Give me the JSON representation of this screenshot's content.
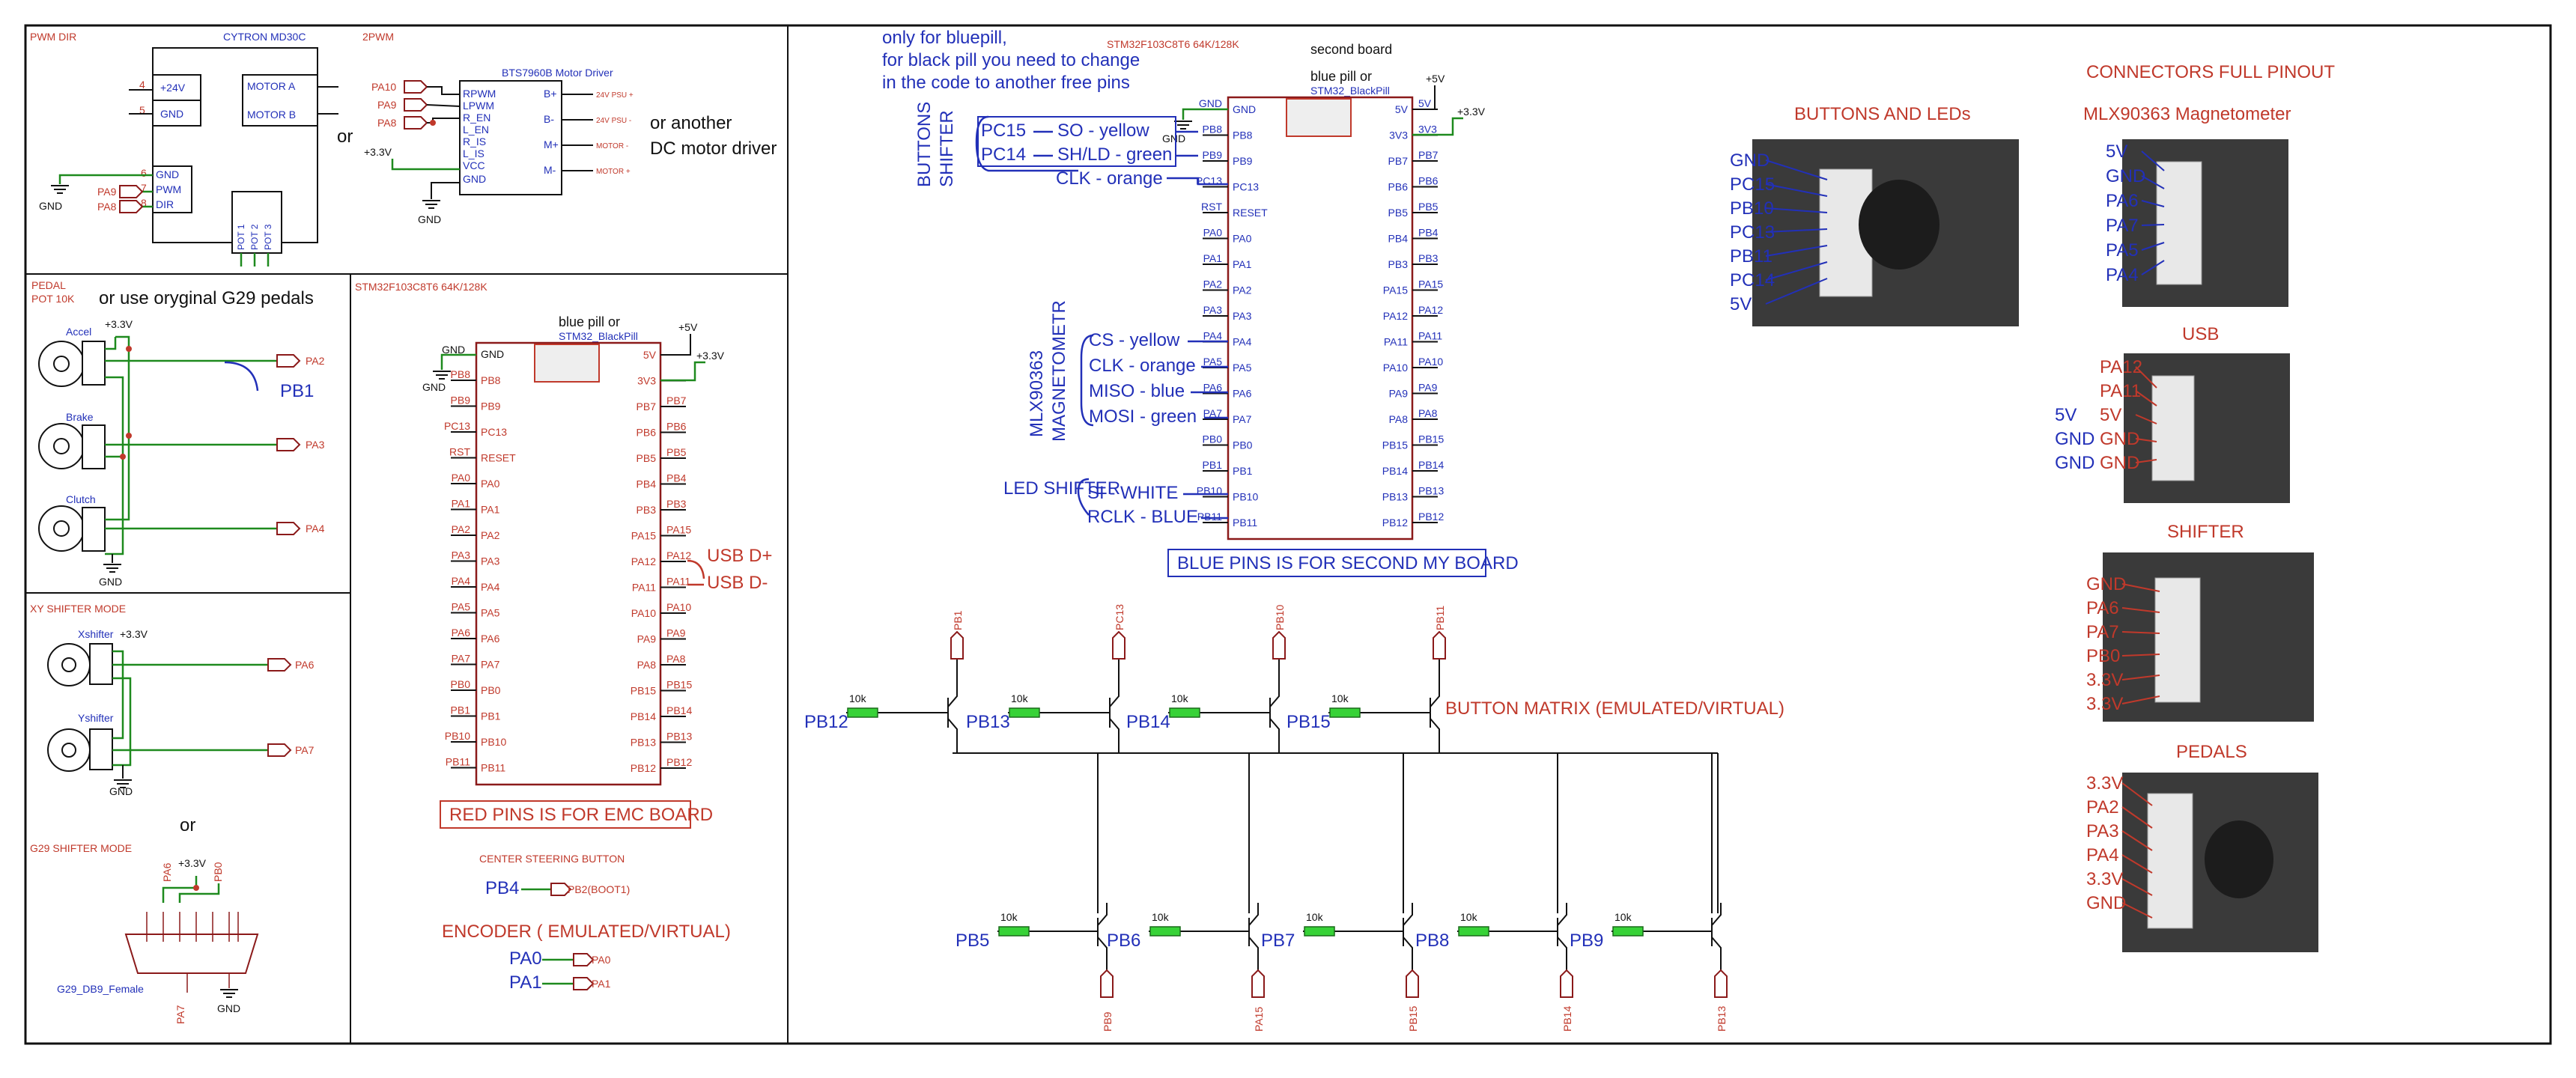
{
  "pwm": {
    "title": "PWM DIR",
    "board": "CYTRON MD30C",
    "pin_24v": "+24V",
    "pin_gnd": "GND",
    "n4": "4",
    "n5": "5",
    "motor_a": "MOTOR A",
    "motor_b": "MOTOR B",
    "pin_gnd2": "GND",
    "pin_pwm": "PWM",
    "pin_dir": "DIR",
    "n6": "6",
    "n7": "7",
    "n8": "8",
    "pot1": "POT 1",
    "pot2": "POT 2",
    "pot3": "POT 3",
    "pa9": "PA9",
    "pa8": "PA8",
    "gnd": "GND"
  },
  "pwm2": {
    "title": "2PWM",
    "driver": "BTS7960B Motor Driver",
    "or": "or",
    "or_another": "or another",
    "dc": "DC motor driver",
    "pa10": "PA10",
    "pa9": "PA9",
    "pa8": "PA8",
    "v33": "+3.3V",
    "gnd": "GND",
    "rpwm": "RPWM",
    "lpwm": "LPWM",
    "ren": "R_EN",
    "len": "L_EN",
    "ris": "R_IS",
    "lis": "L_IS",
    "vcc": "VCC",
    "gnd_p": "GND",
    "bp": "B+",
    "bm": "B-",
    "mp": "M+",
    "mm": "M-",
    "mot1": "24V PSU +",
    "mot2": "24V PSU -",
    "mot3": "MOTOR -",
    "mot4": "MOTOR +"
  },
  "pedal": {
    "title": "PEDAL",
    "pot": "POT 10K",
    "alt": "or use oryginal G29 pedals",
    "accel": "Accel",
    "brake": "Brake",
    "clutch": "Clutch",
    "v33": "+3.3V",
    "gnd": "GND",
    "pa2": "PA2",
    "pb1": "PB1",
    "pa3": "PA3",
    "pa4": "PA4"
  },
  "xy": {
    "title": "XY SHIFTER MODE",
    "xs": "Xshifter",
    "ys": "Yshifter",
    "v33": "+3.3V",
    "pa6": "PA6",
    "pa7": "PA7",
    "gnd": "GND",
    "or": "or"
  },
  "g29": {
    "title": "G29 SHIFTER MODE",
    "pa6": "PA6",
    "v33": "+3.3V",
    "pb0": "PB0",
    "connector": "G29_DB9_Female",
    "pa7": "PA7",
    "gnd": "GND"
  },
  "mcu1": {
    "title": "STM32F103C8T6 64K/128K",
    "bp": "blue pill or",
    "bp2": "STM32_BlackPill",
    "v5": "+5V",
    "v33": "+3.3V",
    "gnd": "GND",
    "left_ext": [
      "PB8",
      "PB9",
      "PC13",
      "RST",
      "PA0",
      "PA1",
      "PA2",
      "PA3",
      "PA4",
      "PA5",
      "PA6",
      "PA7",
      "PB0",
      "PB1",
      "PB10",
      "PB11"
    ],
    "left_int": [
      "PB8",
      "PB9",
      "PC13",
      "RESET",
      "PA0",
      "PA1",
      "PA2",
      "PA3",
      "PA4",
      "PA5",
      "PA6",
      "PA7",
      "PB0",
      "PB1",
      "PB10",
      "PB11"
    ],
    "right_int": [
      "5V",
      "3V3",
      "PB7",
      "PB6",
      "PB5",
      "PB4",
      "PB3",
      "PA15",
      "PA12",
      "PA11",
      "PA10",
      "PA9",
      "PA8",
      "PB15",
      "PB14",
      "PB13",
      "PB12"
    ],
    "right_ext": [
      "PB7",
      "PB6",
      "PB5",
      "PB4",
      "PB3",
      "PA15",
      "PA12",
      "PA11",
      "PA10",
      "PA9",
      "PA8",
      "PB15",
      "PB14",
      "PB13",
      "PB12"
    ],
    "usb_dp": "USB D+",
    "usb_dm": "USB D-",
    "red_note": "RED PINS IS FOR EMC BOARD",
    "center_title": "CENTER STEERING BUTTON",
    "pb4": "PB4",
    "pb2": "PB2(BOOT1)",
    "enc_title": "ENCODER  ( EMULATED/VIRTUAL)",
    "pa0": "PA0",
    "pa1": "PA1"
  },
  "mcu2": {
    "note1": "only for bluepill,",
    "note2": "for black pill you need to change",
    "note3": "in the code to another free pins",
    "title": "STM32F103C8T6 64K/128K",
    "second": "second board",
    "bp": "blue pill or",
    "bp2": "STM32_BlackPill",
    "v5": "+5V",
    "v33": "+3.3V",
    "gnd": "GND",
    "shifter_title": "BUTTONS SHIFTER",
    "pc15": "PC15",
    "so": "SO - yellow",
    "pc14": "PC14",
    "sh": "SH/LD - green",
    "clk": "CLK - orange",
    "mag_title": "MLX90363 MAGNETOMETR",
    "cs": "CS - yellow",
    "clk2": "CLK - orange",
    "miso": "MISO - blue",
    "mosi": "MOSI - green",
    "led_title": "LED SHIFTER",
    "si": "SI - WHITE",
    "rclk": "RCLK - BLUE",
    "left_ext": [
      "GND",
      "PB8",
      "PB9",
      "PC13",
      "RST",
      "PA0",
      "PA1",
      "PA2",
      "PA3",
      "PA4",
      "PA5",
      "PA6",
      "PA7",
      "PB0",
      "PB1",
      "PB10",
      "PB11"
    ],
    "left_int": [
      "GND",
      "PB8",
      "PB9",
      "PC13",
      "RESET",
      "PA0",
      "PA1",
      "PA2",
      "PA3",
      "PA4",
      "PA5",
      "PA6",
      "PA7",
      "PB0",
      "PB1",
      "PB10",
      "PB11"
    ],
    "right_int": [
      "5V",
      "3V3",
      "PB7",
      "PB6",
      "PB5",
      "PB4",
      "PB3",
      "PA15",
      "PA12",
      "PA11",
      "PA10",
      "PA9",
      "PA8",
      "PB15",
      "PB14",
      "PB13",
      "PB12"
    ],
    "right_ext": [
      "5V",
      "3V3",
      "PB7",
      "PB6",
      "PB5",
      "PB4",
      "PB3",
      "PA15",
      "PA12",
      "PA11",
      "PA10",
      "PA9",
      "PA8",
      "PB15",
      "PB14",
      "PB13",
      "PB12"
    ],
    "blue_note": "BLUE PINS IS FOR SECOND MY BOARD"
  },
  "matrix": {
    "title": "BUTTON MATRIX (EMULATED/VIRTUAL)",
    "res": "10k",
    "top_in": [
      "PB12",
      "PB13",
      "PB14",
      "PB15"
    ],
    "top_tag": [
      "PB1",
      "PC13",
      "PB10",
      "PB11"
    ],
    "bot_in": [
      "PB5",
      "PB6",
      "PB7",
      "PB8",
      "PB9"
    ],
    "bot_tag": [
      "PB9",
      "PA15",
      "PB15",
      "PB14",
      "PB13"
    ]
  },
  "conn": {
    "btn_title": "BUTTONS AND LEDs",
    "btn_pins": [
      "GND",
      "PC15",
      "PB10",
      "PC13",
      "PB11",
      "PC14",
      "5V"
    ],
    "main_title": "CONNECTORS FULL PINOUT",
    "mlx_title": "MLX90363 Magnetometer",
    "mlx_pins": [
      "5V",
      "GND",
      "PA6",
      "PA7",
      "PA5",
      "PA4"
    ],
    "usb_title": "USB",
    "usb_pins": [
      "PA12",
      "PA11",
      "5V",
      "GND",
      "GND"
    ],
    "usb_pins2": [
      "5V",
      "GND",
      "GND"
    ],
    "shift_title": "SHIFTER",
    "shift_pins": [
      "GND",
      "PA6",
      "PA7",
      "PB0",
      "3.3V",
      "3.3V"
    ],
    "ped_title": "PEDALS",
    "ped_pins": [
      "3.3V",
      "PA2",
      "PA3",
      "PA4",
      "3.3V",
      "GND"
    ]
  }
}
